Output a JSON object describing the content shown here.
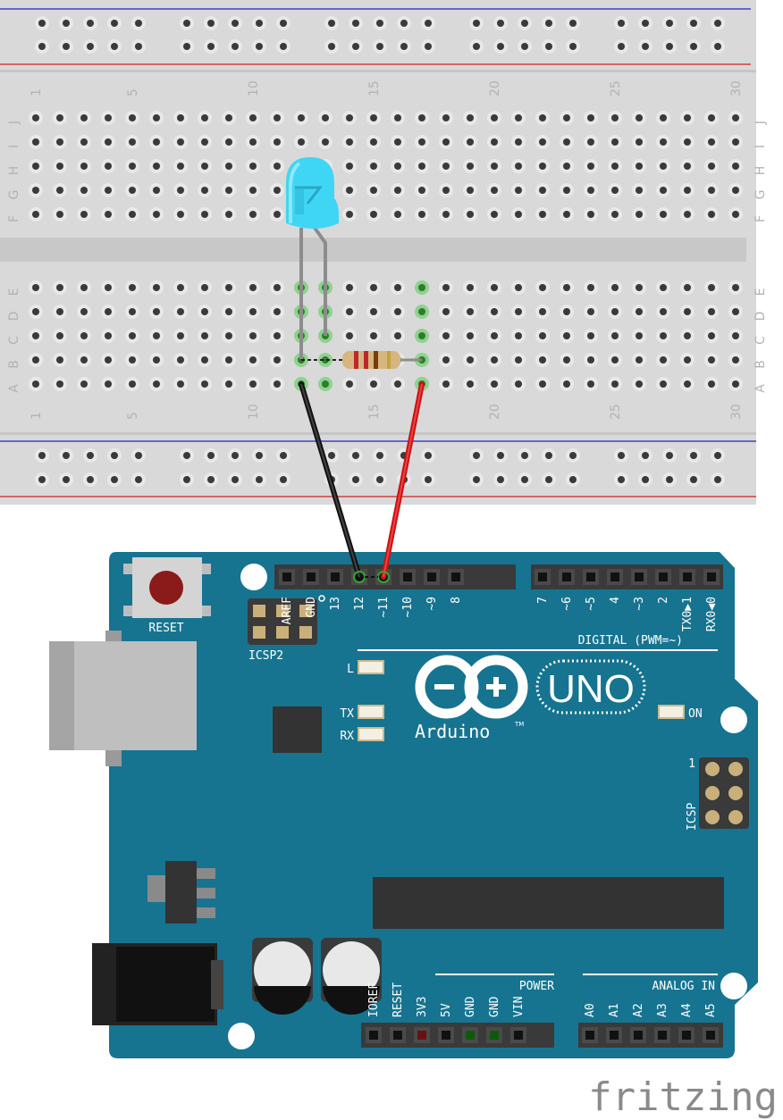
{
  "breadboard": {
    "column_numbers": [
      "1",
      "5",
      "10",
      "15",
      "20",
      "25",
      "30"
    ],
    "row_letters_top": [
      "J",
      "I",
      "H",
      "G",
      "F"
    ],
    "row_letters_bottom": [
      "E",
      "D",
      "C",
      "B",
      "A"
    ]
  },
  "arduino": {
    "reset_label": "RESET",
    "icsp2_label": "ICSP2",
    "icsp_label": "ICSP",
    "icsp_pin1": "1",
    "digital_pins_left": [
      "AREF",
      "GND",
      "13",
      "12",
      "~11",
      "~10",
      "~9",
      "8"
    ],
    "digital_pins_right": [
      "7",
      "~6",
      "~5",
      "4",
      "~3",
      "2",
      "TX0▶1",
      "RX0◀0"
    ],
    "digital_label": "DIGITAL (PWM=~)",
    "led_l": "L",
    "led_tx": "TX",
    "led_rx": "RX",
    "led_on": "ON",
    "brand": "Arduino",
    "trademark": "TM",
    "model": "UNO",
    "power_label": "POWER",
    "power_pins": [
      "IOREF",
      "RESET",
      "3V3",
      "5V",
      "GND",
      "GND",
      "VIN"
    ],
    "analog_label": "ANALOG IN",
    "analog_pins": [
      "A0",
      "A1",
      "A2",
      "A3",
      "A4",
      "A5"
    ]
  },
  "colors": {
    "board": "#167490",
    "breadboard": "#d9d9d9",
    "led": "#3fd6f5",
    "wire_gnd": "#1a1a1a",
    "wire_signal": "#cc1111",
    "connected": "#36a336"
  },
  "logo": "fritzing"
}
